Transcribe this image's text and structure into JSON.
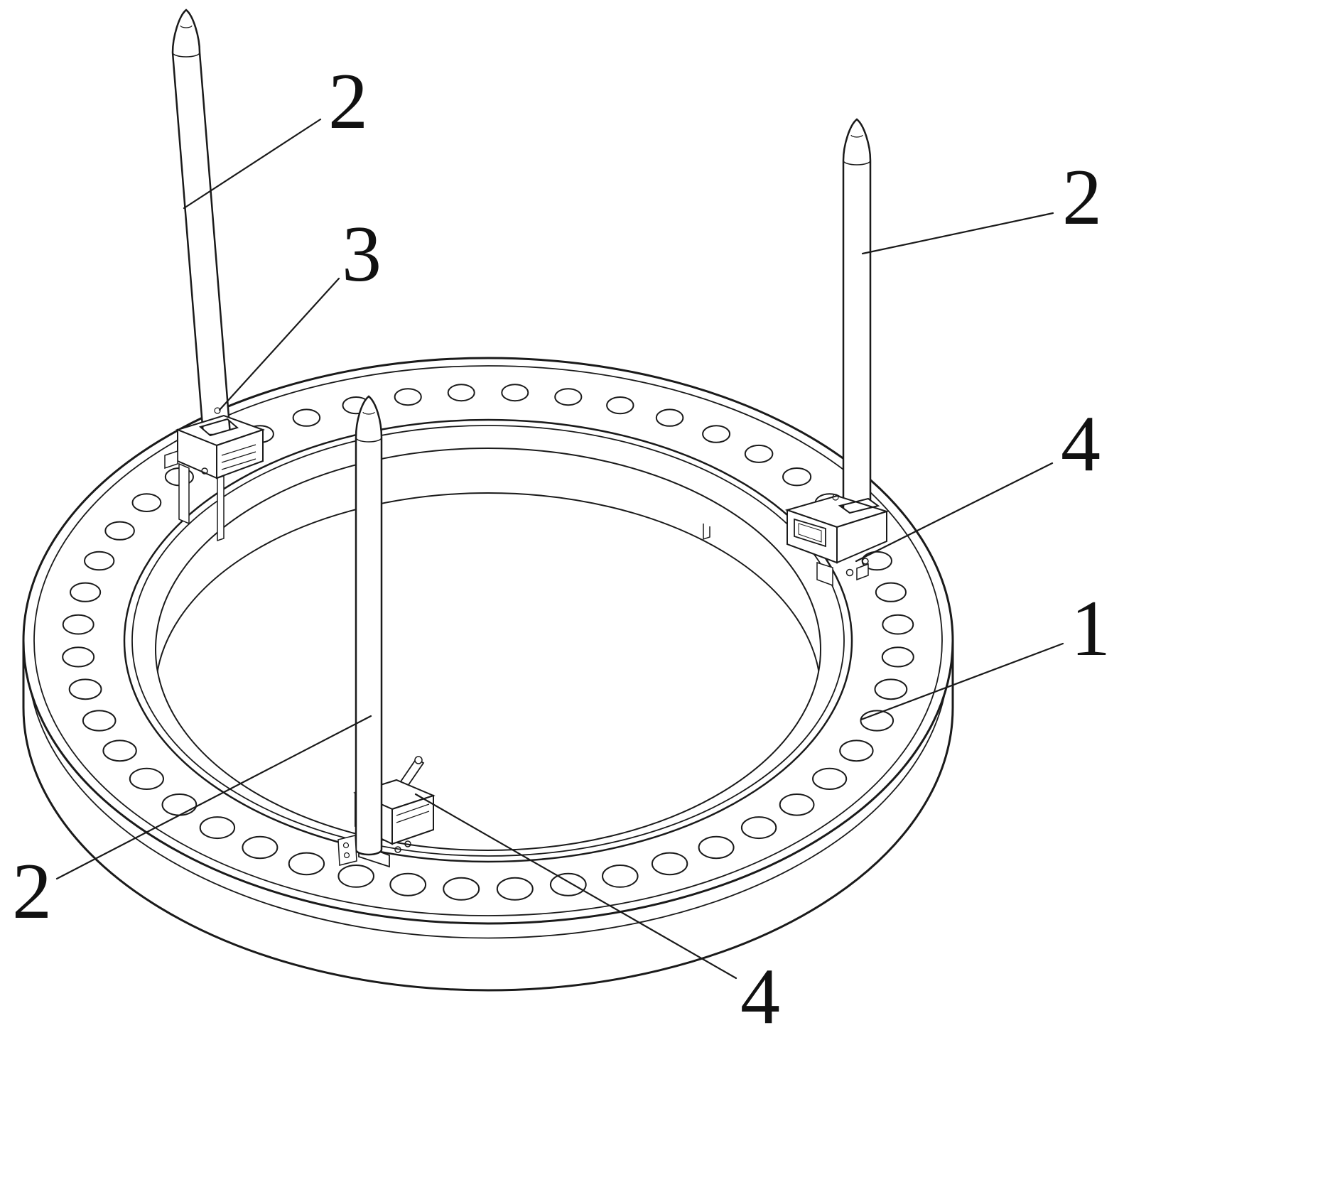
{
  "figure": {
    "kind": "technical-line-drawing",
    "description": "Isometric patent-style drawing of a bolt-hole flange ring fitted with three vertical guide rods held by clamp fixtures",
    "colors": {
      "line": "#1a1a1a",
      "background": "#ffffff",
      "label_text": "#111111"
    },
    "callouts": [
      {
        "id": "rod-top-left",
        "text": "2"
      },
      {
        "id": "fixture-square",
        "text": "3"
      },
      {
        "id": "rod-top-right",
        "text": "2"
      },
      {
        "id": "fixture-right",
        "text": "4"
      },
      {
        "id": "flange-ring",
        "text": "1"
      },
      {
        "id": "rod-center",
        "text": "2"
      },
      {
        "id": "fixture-center",
        "text": "4"
      }
    ]
  }
}
